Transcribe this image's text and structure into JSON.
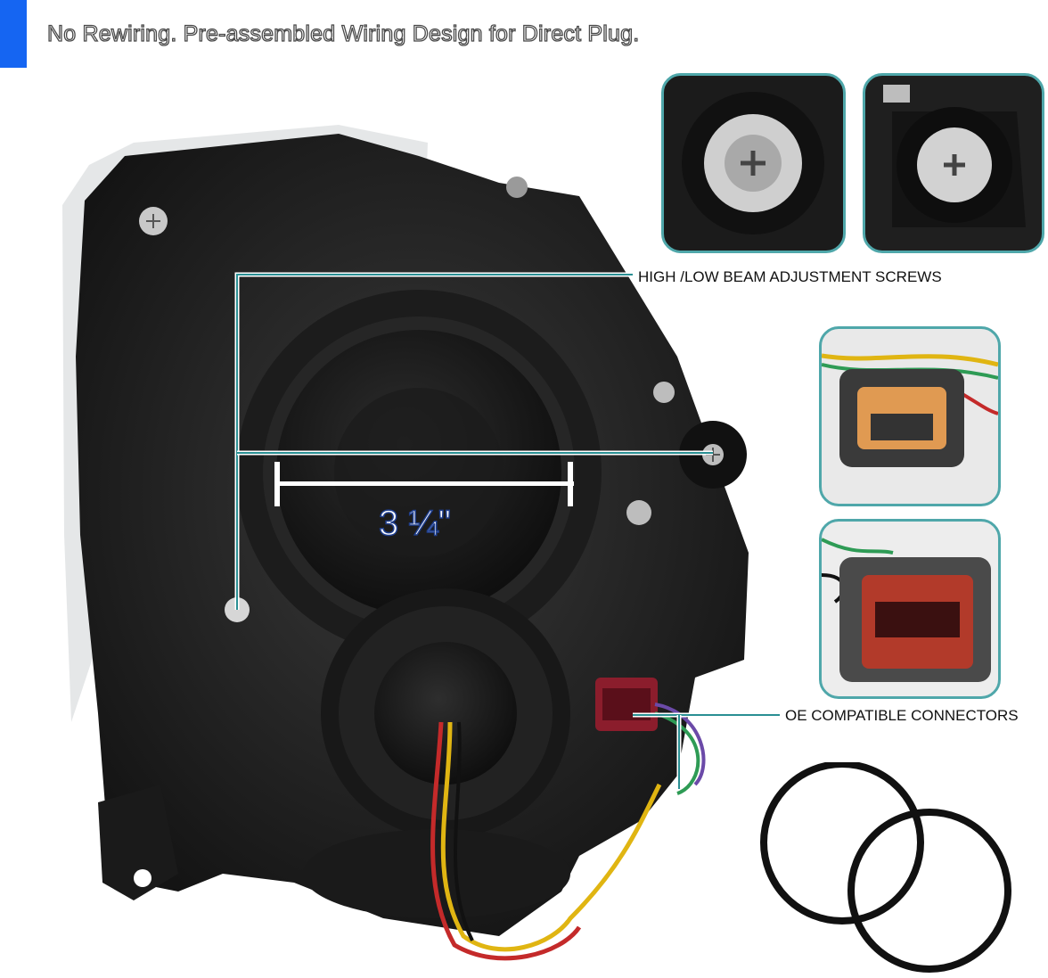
{
  "headline": "No Rewiring. Pre-assembled Wiring Design for Direct Plug.",
  "callouts": {
    "adjustment_screws": "HIGH /LOW BEAM ADJUSTMENT SCREWS",
    "connectors": "OE COMPATIBLE CONNECTORS"
  },
  "measurement": "3 ¼\"",
  "colors": {
    "accent": "#1565f2",
    "callout_line": "#2a8f93",
    "thumb_border": "#4fa7aa",
    "dimension": "#1f3f8f"
  }
}
